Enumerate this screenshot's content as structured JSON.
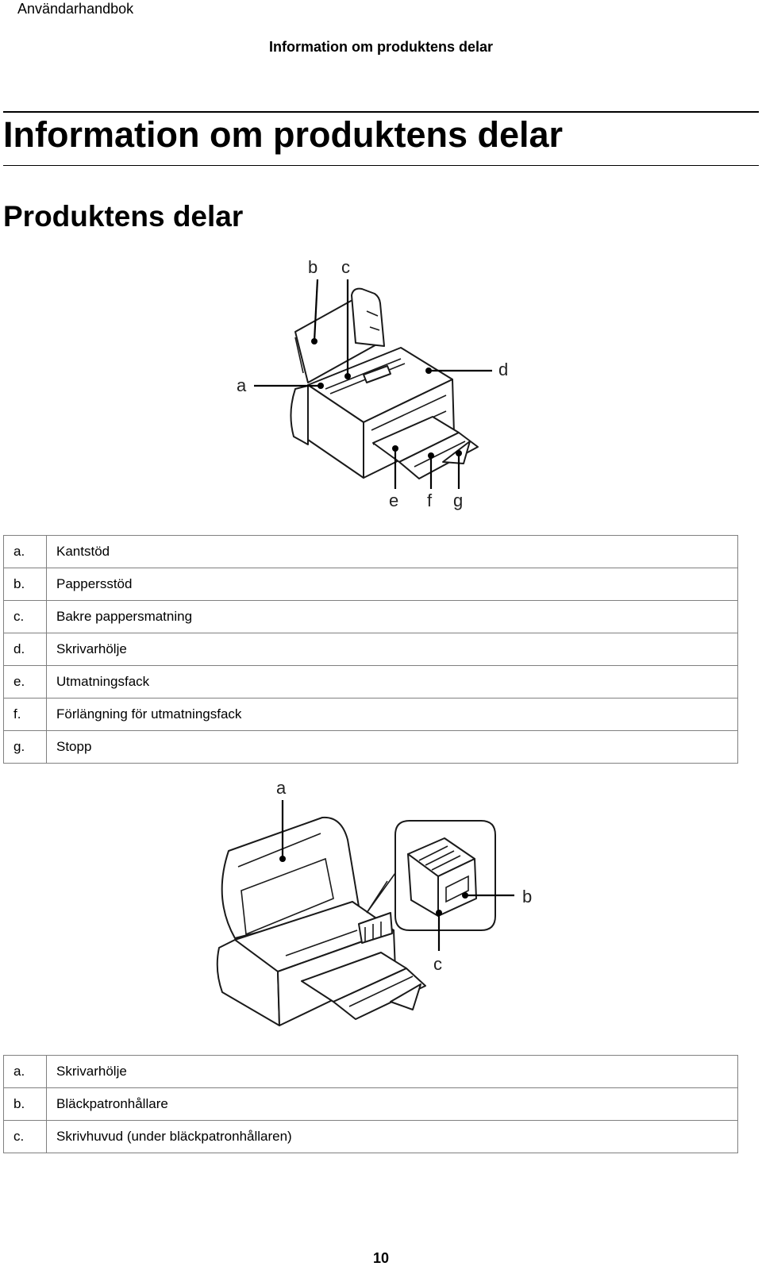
{
  "header": {
    "manual_name": "Användarhandbok",
    "running_head": "Information om produktens delar"
  },
  "chapter_title": "Information om produktens delar",
  "section_title": "Produktens delar",
  "figure1": {
    "callouts": {
      "a": "a",
      "b": "b",
      "c": "c",
      "d": "d",
      "e": "e",
      "f": "f",
      "g": "g"
    }
  },
  "parts_table_1": [
    {
      "key": "a.",
      "label": "Kantstöd"
    },
    {
      "key": "b.",
      "label": "Pappersstöd"
    },
    {
      "key": "c.",
      "label": "Bakre pappersmatning"
    },
    {
      "key": "d.",
      "label": "Skrivarhölje"
    },
    {
      "key": "e.",
      "label": "Utmatningsfack"
    },
    {
      "key": "f.",
      "label": "Förlängning för utmatningsfack"
    },
    {
      "key": "g.",
      "label": "Stopp"
    }
  ],
  "figure2": {
    "callouts": {
      "a": "a",
      "b": "b",
      "c": "c"
    }
  },
  "parts_table_2": [
    {
      "key": "a.",
      "label": "Skrivarhölje"
    },
    {
      "key": "b.",
      "label": "Bläckpatronhållare"
    },
    {
      "key": "c.",
      "label": "Skrivhuvud (under bläckpatronhållaren)"
    }
  ],
  "page_number": "10"
}
